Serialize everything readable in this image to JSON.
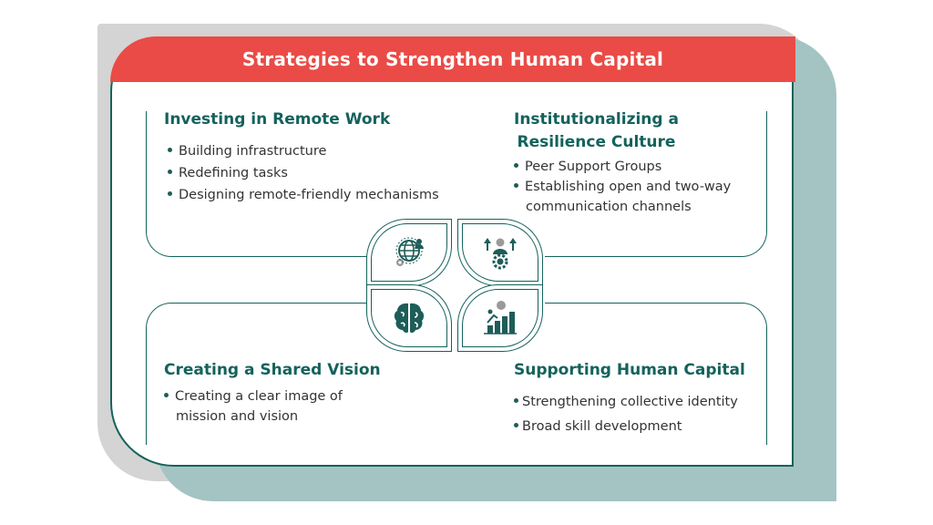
{
  "title": "Strategies to Strengthen Human Capital",
  "colors": {
    "header": "#ea4b46",
    "teal_dark": "#14625c",
    "teal_light": "#a3c4c2",
    "gray": "#d4d4d4"
  },
  "quadrants": {
    "top_left": {
      "heading": "Investing in Remote Work",
      "icon": "globe-gear-icon",
      "items": [
        "Building infrastructure",
        "Redefining tasks",
        "Designing remote-friendly mechanisms"
      ]
    },
    "top_right": {
      "heading_line1": "Institutionalizing a",
      "heading_line2": "Resilience Culture",
      "icon": "person-gear-arrows-icon",
      "items": [
        "Peer Support Groups",
        "Establishing open and two-way",
        "communication channels"
      ]
    },
    "bottom_left": {
      "heading": "Creating a Shared Vision",
      "icon": "brain-puzzle-icon",
      "items": [
        "Creating a clear image of",
        "mission and vision"
      ]
    },
    "bottom_right": {
      "heading": "Supporting Human Capital",
      "icon": "growth-chart-person-icon",
      "items": [
        "Strengthening collective identity",
        "Broad skill development"
      ]
    }
  }
}
